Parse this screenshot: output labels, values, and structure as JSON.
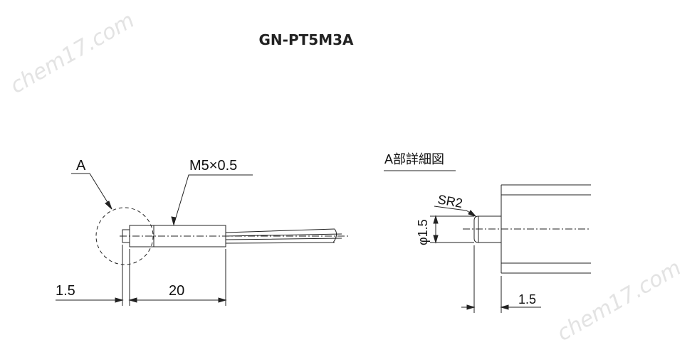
{
  "title": "GN-PT5M3A",
  "watermark": "chem17.com",
  "colors": {
    "line": "#222222",
    "watermark": "#e3e3e3"
  },
  "main_view": {
    "callout_detail": "A",
    "callout_thread": "M5×0.5",
    "dim_tip": "1.5",
    "dim_body": "20"
  },
  "detail_view": {
    "heading": "A部詳細図",
    "radius": "SR2",
    "diameter": "φ1.5",
    "dim_tip": "1.5"
  }
}
